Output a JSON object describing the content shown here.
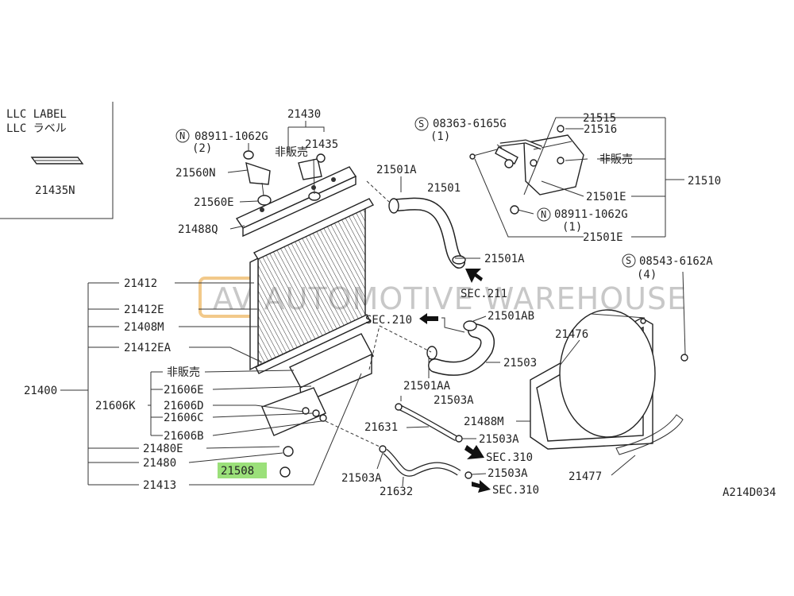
{
  "watermark": "AV AUTOMOTIVE WAREHOUSE",
  "diagram_code": "A214D034",
  "highlight_color": "#9be07a",
  "inset": {
    "title_en": "LLC LABEL",
    "title_jp": "LLC ラベル",
    "part": "21435N"
  },
  "labels": {
    "p21430": "21430",
    "p21435": "21435",
    "not_for_sale_top": "非販売",
    "bolt_08911_top": "08911-1062G",
    "qty_2": "(2)",
    "p21560n": "21560N",
    "p21560e": "21560E",
    "p21488q": "21488Q",
    "p21412": "21412",
    "p21412e": "21412E",
    "p21408m": "21408M",
    "p21412ea": "21412EA",
    "not_for_sale_left": "非販売",
    "p21606e": "21606E",
    "p21606d": "21606D",
    "p21606k": "21606K",
    "p21606c": "21606C",
    "p21606b": "21606B",
    "p21480e": "21480E",
    "p21480": "21480",
    "p21508": "21508",
    "p21413": "21413",
    "p21400": "21400",
    "p21501a_top": "21501A",
    "p21501": "21501",
    "p21501a_mid": "21501A",
    "sec211": "SEC.211",
    "sec210": "SEC.210",
    "p21501ab": "21501AB",
    "p21503": "21503",
    "p21501aa": "21501AA",
    "p21503a_1": "21503A",
    "p21631": "21631",
    "p21503a_2": "21503A",
    "sec310_1": "SEC.310",
    "p21503a_3": "21503A",
    "p21503a_4": "21503A",
    "p21632": "21632",
    "sec310_2": "SEC.310",
    "bolt_08363": "08363-6165G",
    "qty_1a": "(1)",
    "p21515": "21515",
    "p21516": "21516",
    "not_for_sale_right": "非販売",
    "p21501e_1": "21501E",
    "p21510": "21510",
    "bolt_08911_right": "08911-1062G",
    "qty_1b": "(1)",
    "p21501e_2": "21501E",
    "bolt_08543": "08543-6162A",
    "qty_4": "(4)",
    "p21476": "21476",
    "p21488m": "21488M",
    "p21477": "21477",
    "sym_n": "N",
    "sym_s": "S"
  }
}
